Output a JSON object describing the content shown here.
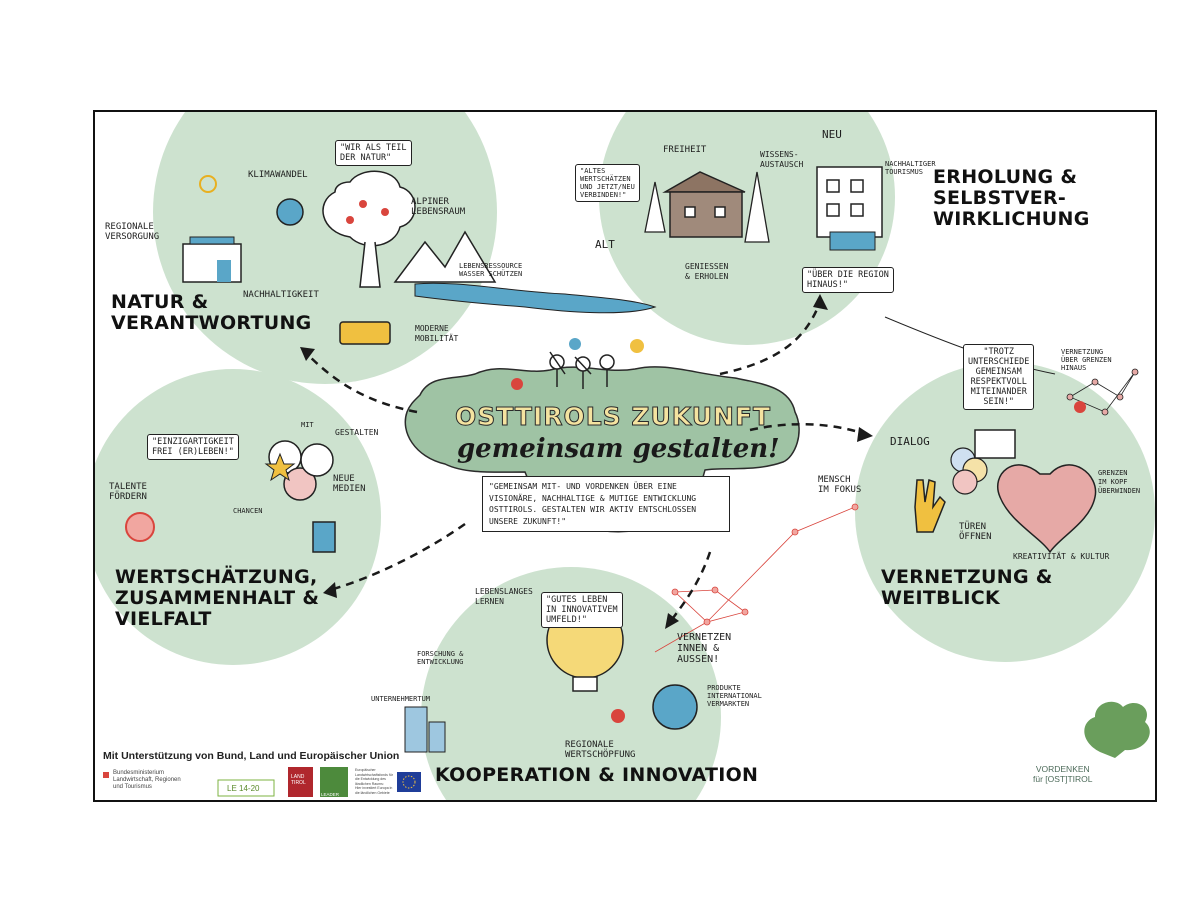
{
  "title": {
    "line1": "OSTTIROLS ZUKUNFT",
    "line2": "gemeinsam gestalten!"
  },
  "vision_quote": "\"Gemeinsam mit- und vordenken über eine visionäre, nachhaltige & mutige Entwicklung Osttirols. Gestalten wir aktiv entschlossen unsere Zukunft!\"",
  "sections": {
    "natur": {
      "heading": "NATUR &\nVERANTWORTUNG",
      "labels": {
        "klimawandel": "KLIMAWANDEL",
        "teil_der_natur": "\"WIR ALS TEIL\nDER NATUR\"",
        "alpiner": "ALPINER\nLEBENSRAUM",
        "regionale": "REGIONALE\nVERSORGUNG",
        "nachhaltigkeit": "NACHHALTIGKEIT",
        "lebensressource": "LEBENSRESSOURCE\nWASSER SCHÜTZEN",
        "mobilitaet": "MODERNE\nMOBILITÄT"
      }
    },
    "erholung": {
      "heading": "ERHOLUNG &\nSELBSTVER-\nWIRKLICHUNG",
      "labels": {
        "freiheit": "FREIHEIT",
        "altes": "\"ALTES\nWERTSCHÄTZEN\nUND JETZT/NEU\nVERBINDEN!\"",
        "wissens": "WISSENS-\nAUSTAUSCH",
        "neu": "NEU",
        "alt": "ALT",
        "tourismus": "NACHHALTIGER\nTOURISMUS",
        "geniessen": "GENIEßEN\n& ERHOLEN",
        "ueber_region": "\"ÜBER DIE REGION\nHINAUS!\""
      }
    },
    "wertschaetzung": {
      "heading": "WERTSCHÄTZUNG,\nZUSAMMENHALT &\nVIELFALT",
      "labels": {
        "mit": "MIT",
        "gestalten": "GESTALTEN",
        "einzigartigkeit": "\"EINZIGARTIGKEIT\nFREI (ER)LEBEN!\"",
        "talente": "TALENTE\nFÖRDERN",
        "neue_medien": "NEUE\nMEDIEN",
        "chancen": "CHANCEN"
      }
    },
    "vernetzung": {
      "heading": "VERNETZUNG &\nWEITBLICK",
      "labels": {
        "trotz": "\"TROTZ\nUNTERSCHIEDE\nGEMEINSAM\nRESPEKTVOLL\nMITEINANDER\nSEIN!\"",
        "vernetzung_grenzen": "VERNETZUNG\nÜBER GRENZEN\nHINAUS",
        "dialog": "DIALOG",
        "mensch": "MENSCH\nIM FOKUS",
        "grenzen_kopf": "GRENZEN\nIM KOPF\nÜBERWINDEN",
        "tueren": "TÜREN\nÖFFNEN",
        "kreativitaet": "KREATIVITÄT & KULTUR"
      }
    },
    "kooperation": {
      "heading": "KOOPERATION & INNOVATION",
      "labels": {
        "lebenslanges": "LEBENSLANGES\nLERNEN",
        "gutes_leben": "\"GUTES LEBEN\nIN INNOVATIVEM\nUMFELD!\"",
        "vernetzen": "VERNETZEN\nINNEN &\nAUßEN!",
        "forschung": "FORSCHUNG &\nENTWICKLUNG",
        "unternehmertum": "UNTERNEHMERTUM",
        "produkte": "PRODUKTE\nINTERNATIONAL\nVERMARKTEN",
        "regionale_ws": "REGIONALE\nWERTSCHÖPFUNG"
      }
    }
  },
  "footer": {
    "support_text": "Mit Unterstützung von Bund, Land und Europäischer Union",
    "logos": {
      "ministry": "Bundesministerium\nLandwirtschaft, Regionen\nund Tourismus",
      "le": "LE 14-20",
      "land": "LAND\nTIROL",
      "leader": "LEADER",
      "eu_fund": "Europäischer\nLandwirtschaftsfonds für\ndie Entwicklung des\nländlichen Raums:\nHier investiert Europa in\ndie ländlichen Gebiete"
    },
    "vordenken": "VORDENKEN\nfür [OST]TIROL"
  },
  "colors": {
    "circle": "#cde2cf",
    "center": "#9fc3a4",
    "title_fill": "#f4e3a0",
    "ink": "#1e1e1e",
    "accent_red": "#d9453d",
    "accent_yellow": "#f0c040",
    "water": "#5aa6c8",
    "logo_green": "#6a9e5c"
  }
}
